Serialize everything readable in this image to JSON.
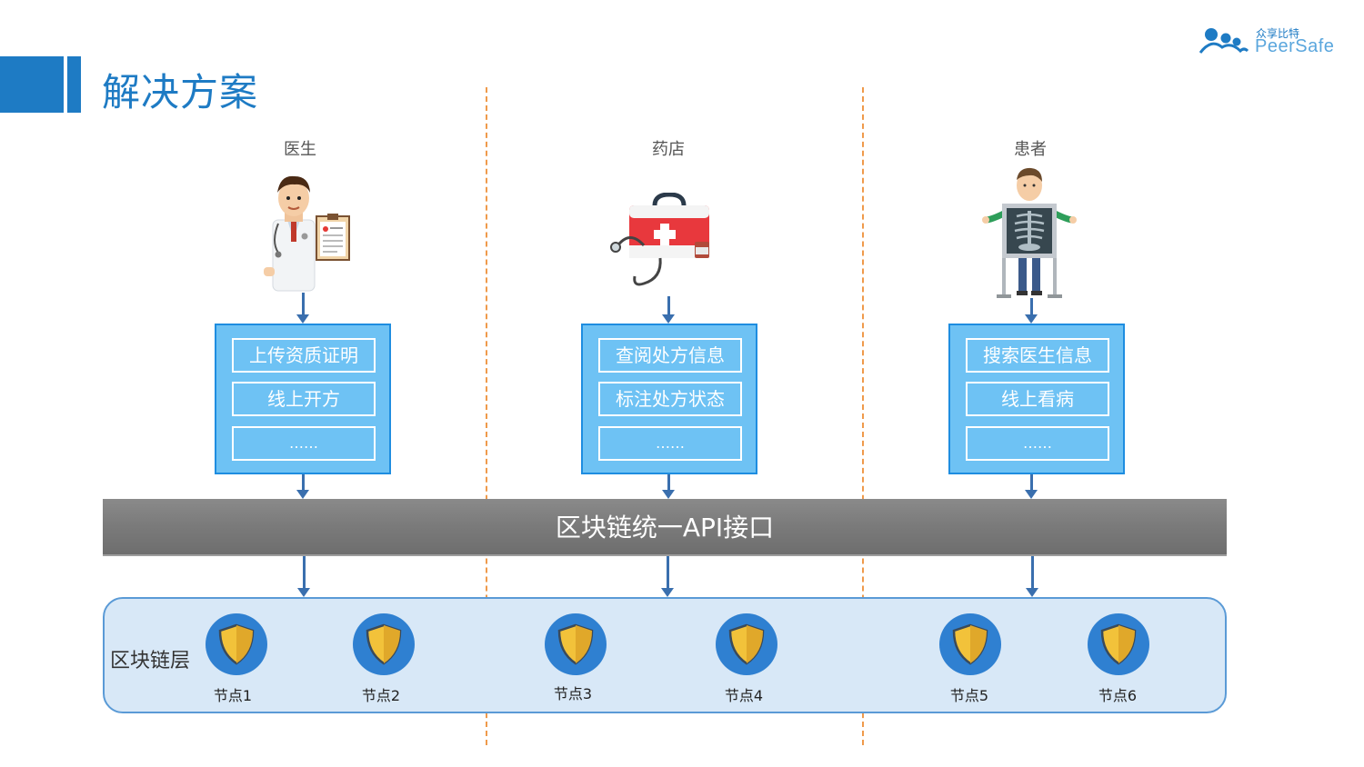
{
  "header": {
    "title": "解决方案",
    "logo_cn": "众享比特",
    "logo_en": "PeerSafe"
  },
  "roles": [
    {
      "label": "医生",
      "icon": "doctor-icon",
      "functions": [
        "上传资质证明",
        "线上开方",
        "……"
      ]
    },
    {
      "label": "药店",
      "icon": "first-aid-kit-icon",
      "functions": [
        "查阅处方信息",
        "标注处方状态",
        "……"
      ]
    },
    {
      "label": "患者",
      "icon": "patient-xray-icon",
      "functions": [
        "搜索医生信息",
        "线上看病",
        "……"
      ]
    }
  ],
  "api": {
    "label": "区块链统一API接口"
  },
  "chain": {
    "label": "区块链层",
    "nodes": [
      {
        "label": "节点1",
        "icon": "shield-icon"
      },
      {
        "label": "节点2",
        "icon": "shield-icon"
      },
      {
        "label": "节点3",
        "icon": "shield-icon"
      },
      {
        "label": "节点4",
        "icon": "shield-icon"
      },
      {
        "label": "节点5",
        "icon": "shield-icon"
      },
      {
        "label": "节点6",
        "icon": "shield-icon"
      }
    ]
  },
  "colors": {
    "brand": "#1e7bc4",
    "function_box": "#6ec2f4",
    "api_band": "#7a7a7a",
    "chain_layer": "#d8e8f7",
    "divider": "#ef9a4b"
  }
}
